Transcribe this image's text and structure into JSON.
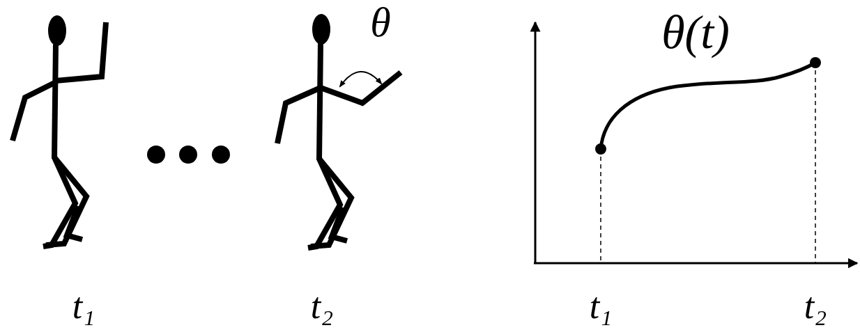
{
  "diagram": {
    "labels": [
      "t₁",
      "t₂",
      "θ",
      "θ(t)",
      "t₁",
      "t₂"
    ]
  }
}
